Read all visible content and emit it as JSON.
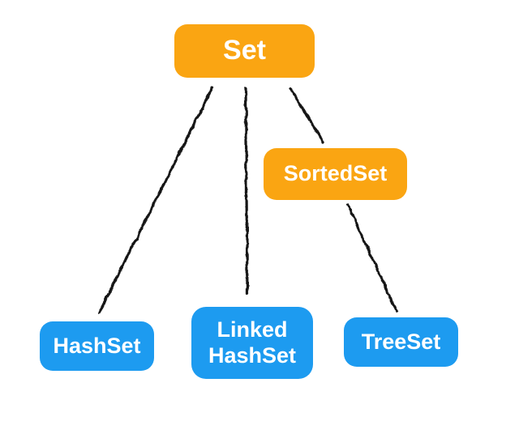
{
  "diagram": {
    "background_color": "#ffffff",
    "edge_color": "#161616",
    "node_text_color": "#ffffff",
    "interface_color": "#FAA512",
    "class_color": "#1D9BF0",
    "nodes": {
      "set": {
        "label": "Set",
        "color": "#FAA512"
      },
      "sortedset": {
        "label": "SortedSet",
        "color": "#FAA512"
      },
      "hashset": {
        "label": "HashSet",
        "color": "#1D9BF0"
      },
      "linkedhashset": {
        "label": "Linked HashSet",
        "color": "#1D9BF0"
      },
      "treeset": {
        "label": "TreeSet",
        "color": "#1D9BF0"
      }
    },
    "edges": [
      {
        "from": "Set",
        "to": "HashSet"
      },
      {
        "from": "Set",
        "to": "Linked HashSet"
      },
      {
        "from": "Set",
        "to": "SortedSet"
      },
      {
        "from": "SortedSet",
        "to": "TreeSet"
      }
    ]
  }
}
